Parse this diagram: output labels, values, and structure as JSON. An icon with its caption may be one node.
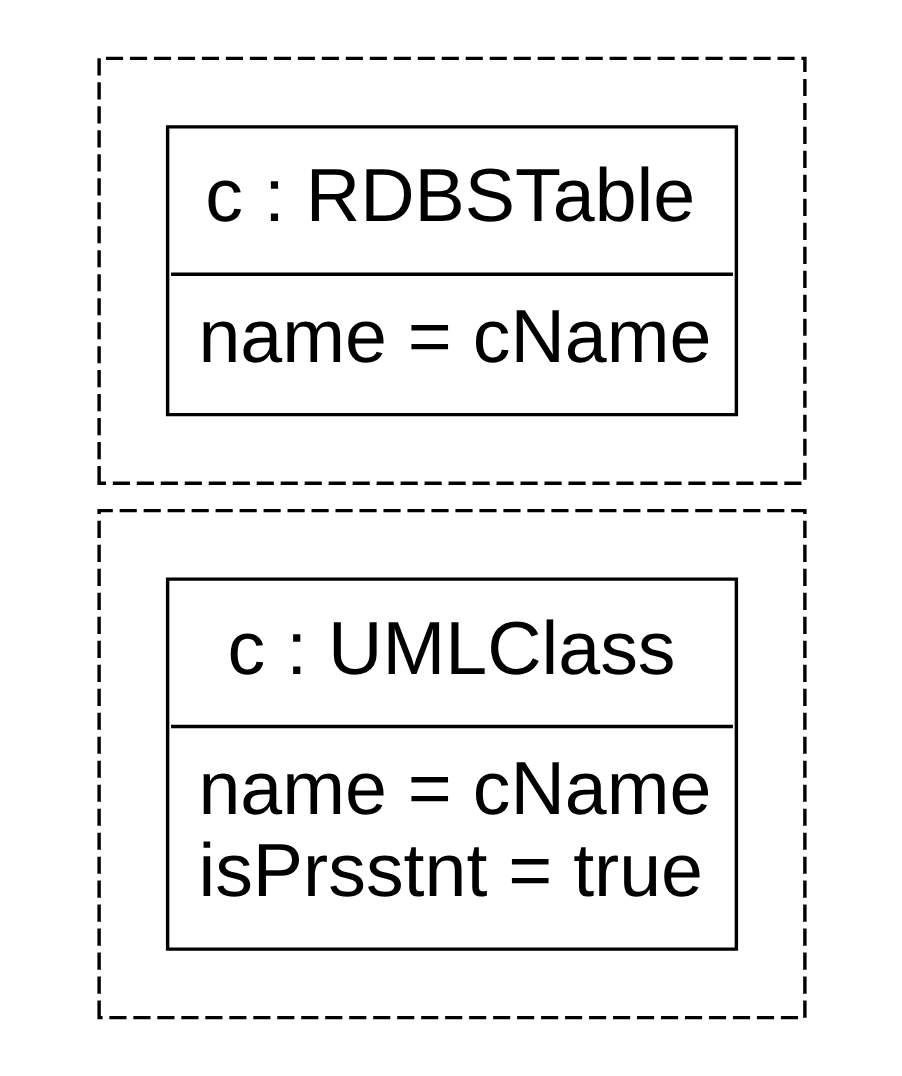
{
  "diagram": {
    "nodes": [
      {
        "text": [],
        "shape": "box"
      },
      {
        "text": [
          "c : UMLClass",
          "name = cName",
          "isPrsstnt = true"
        ],
        "in": 0
      },
      {
        "text": [],
        "shape": "box"
      },
      {
        "text": [
          "c : RDBSTable",
          "name = cName"
        ],
        "in": 2
      }
    ]
  }
}
